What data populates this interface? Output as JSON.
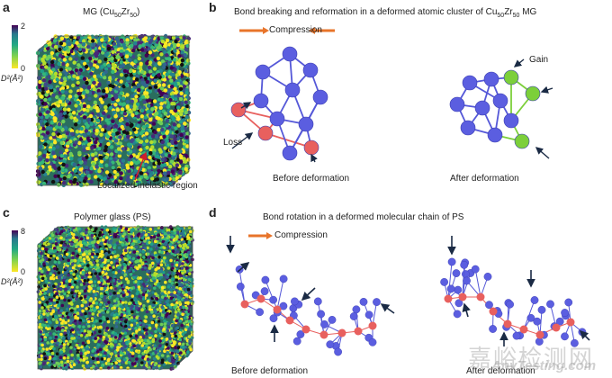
{
  "panels": {
    "a": {
      "label": "a",
      "title_main": "MG (Cu",
      "sub1": "50",
      "mid": "Zr",
      "sub2": "50",
      "title_end": ")",
      "cbar_max": "2",
      "cbar_min": "0",
      "cbar_label": "D²(Å²)",
      "annotation": "Localized inelastic region"
    },
    "b": {
      "label": "b",
      "title_main": "Bond breaking and reformation in a deformed atomic cluster of Cu",
      "sub1": "50",
      "mid": "Zr",
      "sub2": "50",
      "title_end": " MG",
      "compression": "Compression",
      "loss": "Loss",
      "gain": "Gain",
      "before": "Before deformation",
      "after": "After deformation"
    },
    "c": {
      "label": "c",
      "title": "Polymer glass (PS)",
      "cbar_max": "8",
      "cbar_min": "0",
      "cbar_label": "D²(Å²)"
    },
    "d": {
      "label": "d",
      "title": "Bond rotation in a deformed molecular chain of PS",
      "compression": "Compression",
      "before": "Before deformation",
      "after": "After deformation"
    }
  },
  "colors": {
    "atom": "#5b5ee0",
    "broken": "#e8605e",
    "gain": "#7ccf3a",
    "arrow": "#e8742a",
    "viridis_low": "#fde725",
    "viridis_high": "#440154"
  },
  "watermark": {
    "cn": "嘉峪检测网",
    "en": "AnyTesting.com"
  }
}
